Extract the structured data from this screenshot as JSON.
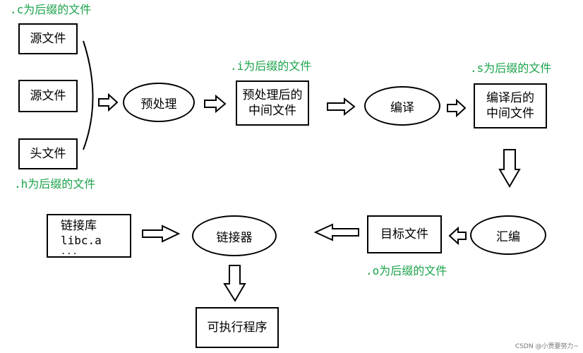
{
  "notes": {
    "c_suffix": ".c为后缀的文件",
    "h_suffix": ".h为后缀的文件",
    "i_suffix": ".i为后缀的文件",
    "s_suffix": ".s为后缀的文件",
    "o_suffix": ".o为后缀的文件"
  },
  "nodes": {
    "source_file_1": "源文件",
    "source_file_2": "源文件",
    "header_file": "头文件",
    "preprocess": "预处理",
    "preprocessed_line1": "预处理后的",
    "preprocessed_line2": "中间文件",
    "compile": "编译",
    "compiled_line1": "编译后的",
    "compiled_line2": "中间文件",
    "assemble": "汇编",
    "object_file": "目标文件",
    "linker": "链接器",
    "library_title": "链接库",
    "library_item": "libc.a",
    "library_more": "...",
    "executable": "可执行程序"
  },
  "watermark": "CSDN @小贾要努力~",
  "colors": {
    "note_text": "#1aa34a",
    "stroke": "#000000",
    "background": "#ffffff"
  }
}
